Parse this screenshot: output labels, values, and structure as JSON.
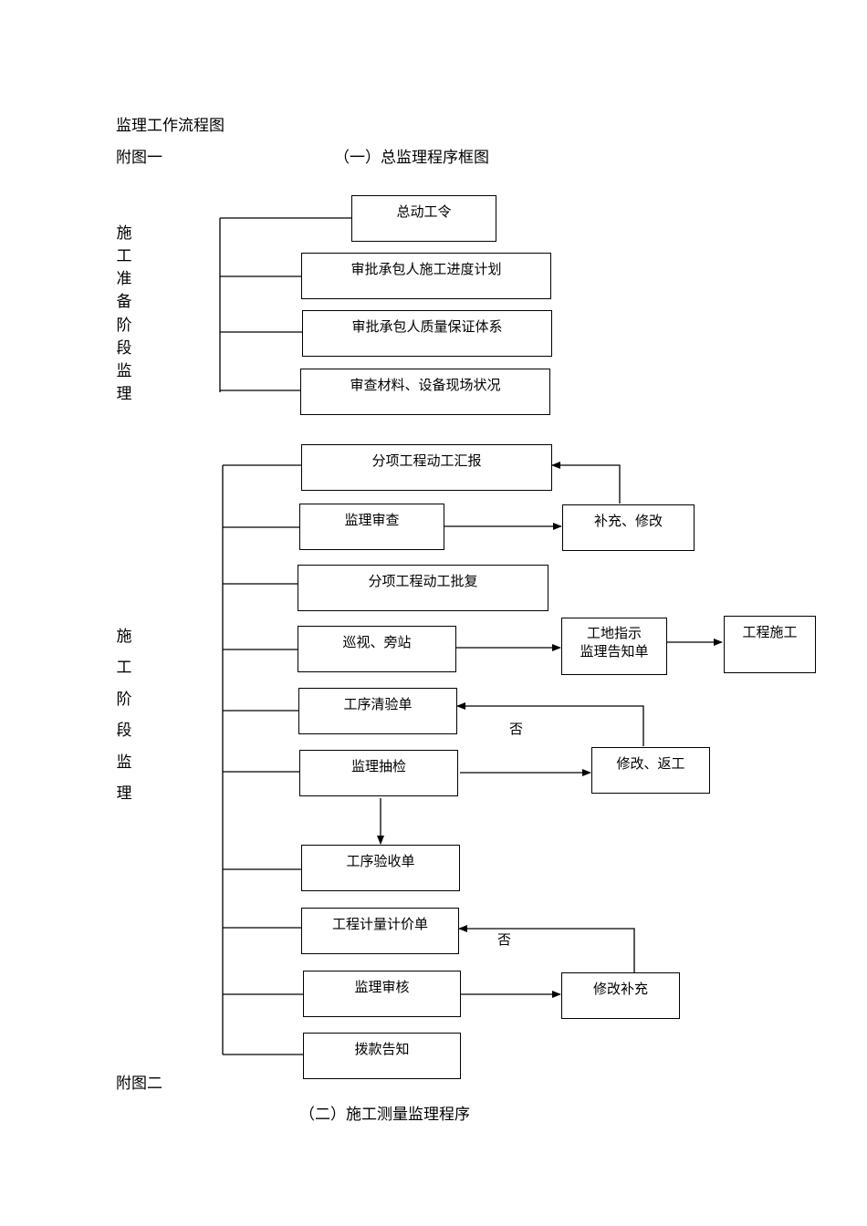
{
  "page_title": "监理工作流程图",
  "appendix1": {
    "label": "附图一",
    "title": "（一）总监理程序框图"
  },
  "stage_prep": {
    "chars": [
      "施",
      "工",
      "准",
      "备",
      "阶",
      "段",
      "监",
      "理"
    ],
    "boxes": [
      "总动工令",
      "审批承包人施工进度计划",
      "审批承包人质量保证体系",
      "审查材料、设备现场状况"
    ]
  },
  "stage_construction": {
    "chars": [
      "施",
      "工",
      "阶",
      "段",
      "监",
      "理"
    ],
    "boxes": [
      "分项工程动工汇报",
      "监理审查",
      "分项工程动工批复",
      "巡视、旁站",
      "工序清验单",
      "监理抽检",
      "工序验收单",
      "工程计量计价单",
      "监理审核",
      "拨款告知"
    ],
    "side_boxes": {
      "supplement_modify": "补充、修改",
      "site_instruction_line1": "工地指示",
      "site_instruction_line2": "监理告知单",
      "engineering_construction": "工程施工",
      "modify_rework": "修改、返工",
      "modify_supplement": "修改补充"
    },
    "no_label_1": "否",
    "no_label_2": "否"
  },
  "appendix2": {
    "label": "附图二",
    "title": "（二）施工测量监理程序"
  }
}
